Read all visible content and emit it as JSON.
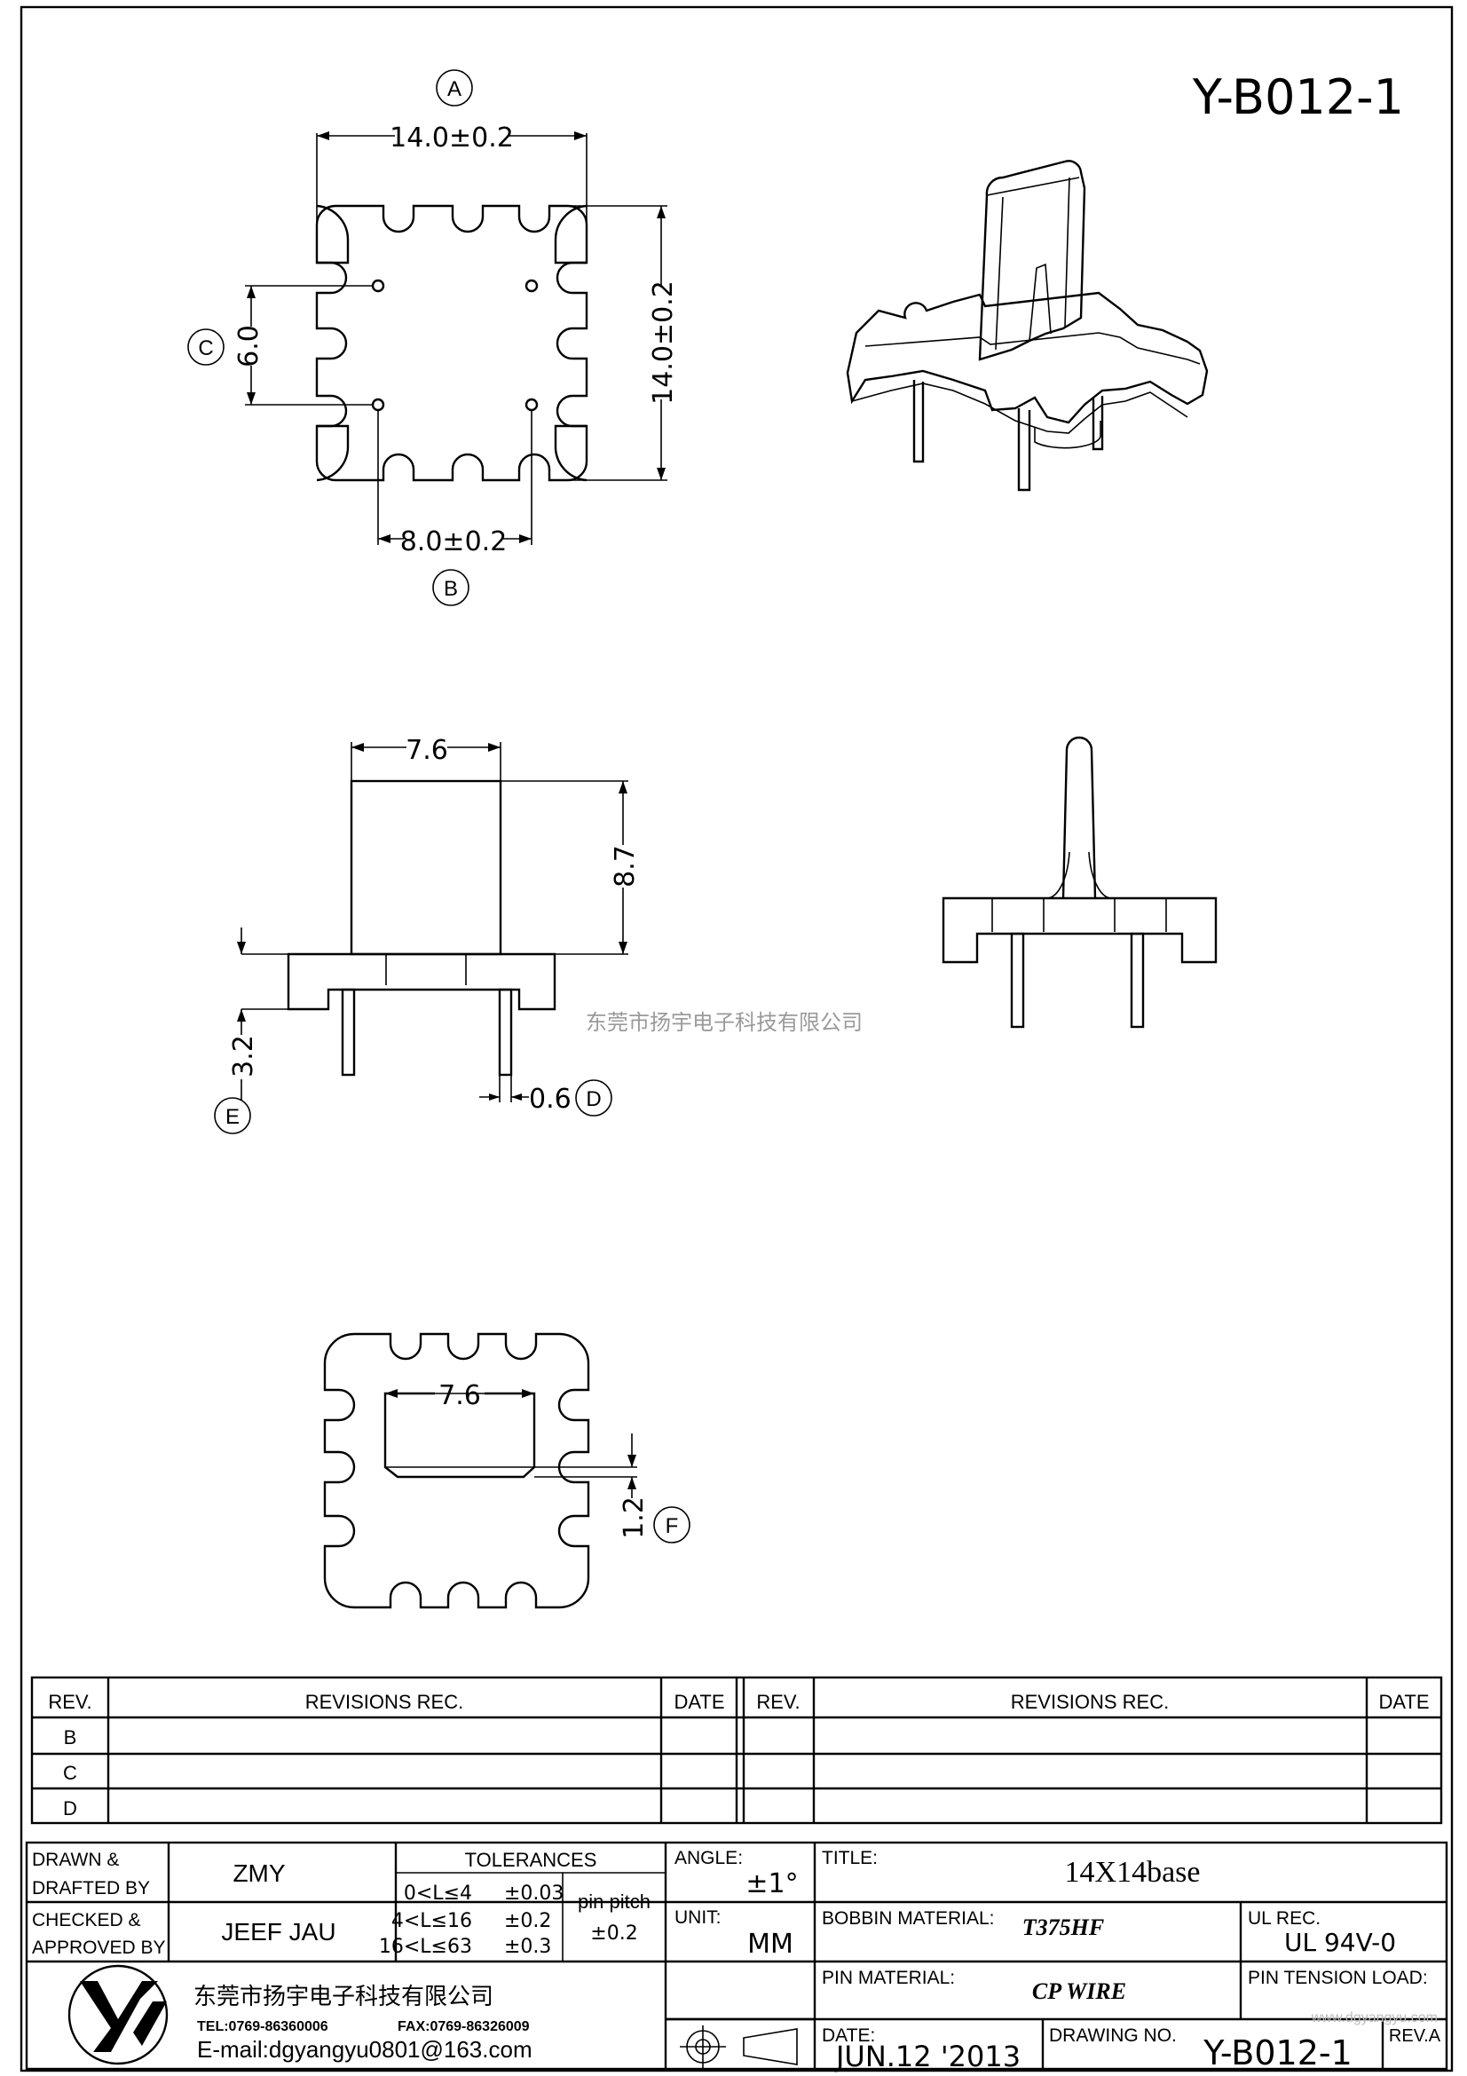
{
  "drawing_number_top": "Y-B012-1",
  "watermark": "东莞市扬宇电子科技有限公司",
  "watermark_corner": "www.dgyangyu.com",
  "callouts": {
    "a": "A",
    "b": "B",
    "c": "C",
    "d": "D",
    "e": "E",
    "f": "F"
  },
  "dimensions": {
    "top_width": "14.0±0.2",
    "top_height": "14.0±0.2",
    "pin_span_c": "6.0",
    "pin_span_b": "8.0±0.2",
    "side_width": "7.6",
    "side_height": "8.7",
    "pin_length": "3.2",
    "pin_diameter": "0.6",
    "bottom_width": "7.6",
    "bottom_slot": "1.2"
  },
  "revisions": {
    "rev_header": "REV.",
    "rec_header": "REVISIONS   REC.",
    "date_header": "DATE",
    "rows": [
      "B",
      "C",
      "D"
    ]
  },
  "title_block": {
    "drawn_label_1": "DRAWN  &",
    "drawn_label_2": "DRAFTED  BY",
    "drawn_value": "ZMY",
    "checked_label_1": "CHECKED  &",
    "checked_label_2": "APPROVED  BY",
    "checked_value": "JEEF JAU",
    "tolerances_label": "TOLERANCES",
    "tol_1": "0<L≤4",
    "tol_1_val": "±0.03",
    "tol_2": "4<L≤16",
    "tol_2_val": "±0.2",
    "tol_3": "16<L≤63",
    "tol_3_val": "±0.3",
    "pin_pitch_label": "pin  pitch",
    "pin_pitch_val": "±0.2",
    "angle_label": "ANGLE:",
    "angle_val": "±1°",
    "unit_label": "UNIT:",
    "unit_val": "MM",
    "title_label": "TITLE:",
    "title_val": "14X14base",
    "bobbin_label": "BOBBIN  MATERIAL:",
    "bobbin_val": "T375HF",
    "ul_label": "UL  REC.",
    "ul_val": "UL  94V-0",
    "pin_mat_label": "PIN  MATERIAL:",
    "pin_mat_val": "CP  WIRE",
    "pin_tension_label": "PIN  TENSION  LOAD:",
    "date_label": "DATE:",
    "date_val": "JUN.12  '2013",
    "drawing_no_label": "DRAWING  NO.",
    "drawing_no_val": "Y-B012-1",
    "rev_label": "REV.A",
    "company": "东莞市扬宇电子科技有限公司",
    "tel": "TEL:0769-86360006",
    "fax": "FAX:0769-86326009",
    "email": "E-mail:dgyangyu0801@163.com"
  }
}
